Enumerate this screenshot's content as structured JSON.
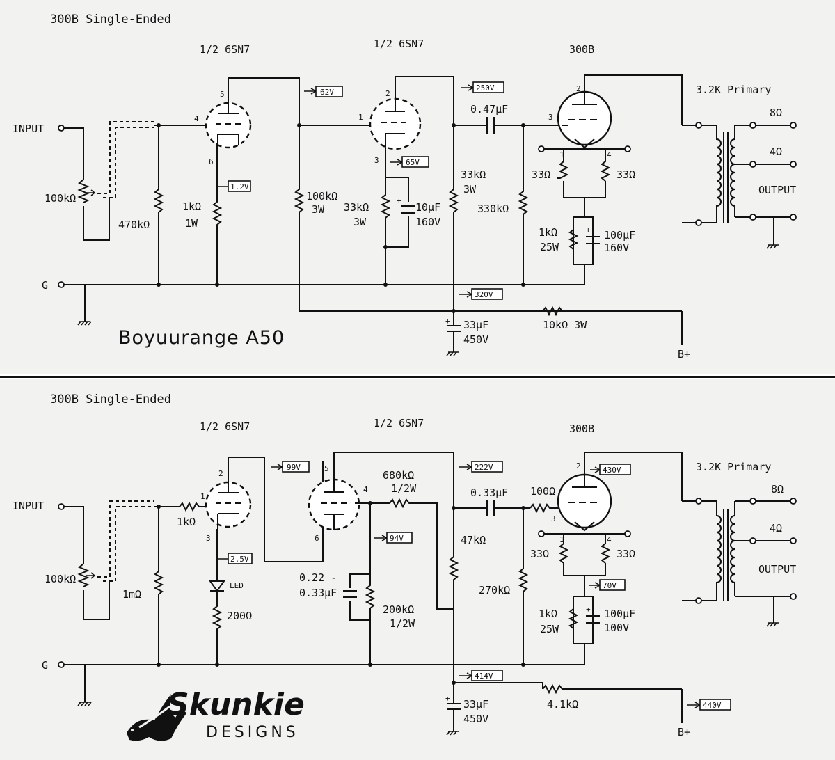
{
  "top": {
    "title": "300B Single-Ended",
    "tube_labels": [
      "1/2 6SN7",
      "1/2 6SN7",
      "300B"
    ],
    "transformer": "3.2K Primary",
    "input": "INPUT",
    "ground": "G",
    "output": "OUTPUT",
    "tap_8": "8Ω",
    "tap_4": "4Ω",
    "bplus": "B+",
    "brand": "Boyuurange A50",
    "voltages": [
      "62V",
      "250V",
      "1.2V",
      "65V",
      "320V"
    ],
    "components": {
      "pot": "100kΩ",
      "grid_r": "470kΩ",
      "cath1_r": [
        "1kΩ",
        "1W"
      ],
      "plate1_r": [
        "100kΩ",
        "3W"
      ],
      "cath2_r": [
        "33kΩ",
        "3W"
      ],
      "cath2_c": [
        "10μF",
        "160V"
      ],
      "plate2_r": [
        "33kΩ",
        "3W"
      ],
      "coupling_c": "0.47μF",
      "grid3_r": "330kΩ",
      "hum_r1": "33Ω",
      "hum_r2": "33Ω",
      "cath3_r": [
        "1kΩ",
        "25W"
      ],
      "cath3_c": [
        "100μF",
        "160V"
      ],
      "filter_c": [
        "33μF",
        "450V"
      ],
      "drop_r": "10kΩ 3W"
    },
    "pins": [
      "5",
      "4",
      "6",
      "2",
      "1",
      "3",
      "2",
      "3",
      "1",
      "4"
    ]
  },
  "bottom": {
    "title": "300B Single-Ended",
    "tube_labels": [
      "1/2 6SN7",
      "1/2 6SN7",
      "300B"
    ],
    "transformer": "3.2K Primary",
    "input": "INPUT",
    "ground": "G",
    "output": "OUTPUT",
    "tap_8": "8Ω",
    "tap_4": "4Ω",
    "bplus": "B+",
    "brand_top": "Skunkie",
    "brand_bottom": "DESIGNS",
    "voltages": [
      "99V",
      "222V",
      "430V",
      "2.5V",
      "94V",
      "70V",
      "414V",
      "440V"
    ],
    "components": {
      "pot": "100kΩ",
      "grid_r": "1mΩ",
      "grid_stop": "1kΩ",
      "led": "LED",
      "led_r": "200Ω",
      "plate_load_r": [
        "680kΩ",
        "1/2W"
      ],
      "div_c": [
        "0.22 -",
        "0.33μF"
      ],
      "div_r": [
        "200kΩ",
        "1/2W"
      ],
      "plate2_r": "47kΩ",
      "coupling_c": "0.33μF",
      "grid3_stop": "100Ω",
      "grid3_r": "270kΩ",
      "hum_r1": "33Ω",
      "hum_r2": "33Ω",
      "cath3_r": [
        "1kΩ",
        "25W"
      ],
      "cath3_c": [
        "100μF",
        "100V"
      ],
      "filter_c": [
        "33μF",
        "450V"
      ],
      "drop_r": "4.1kΩ"
    },
    "pins": [
      "2",
      "1",
      "3",
      "5",
      "4",
      "6",
      "2",
      "3",
      "1",
      "4"
    ]
  }
}
